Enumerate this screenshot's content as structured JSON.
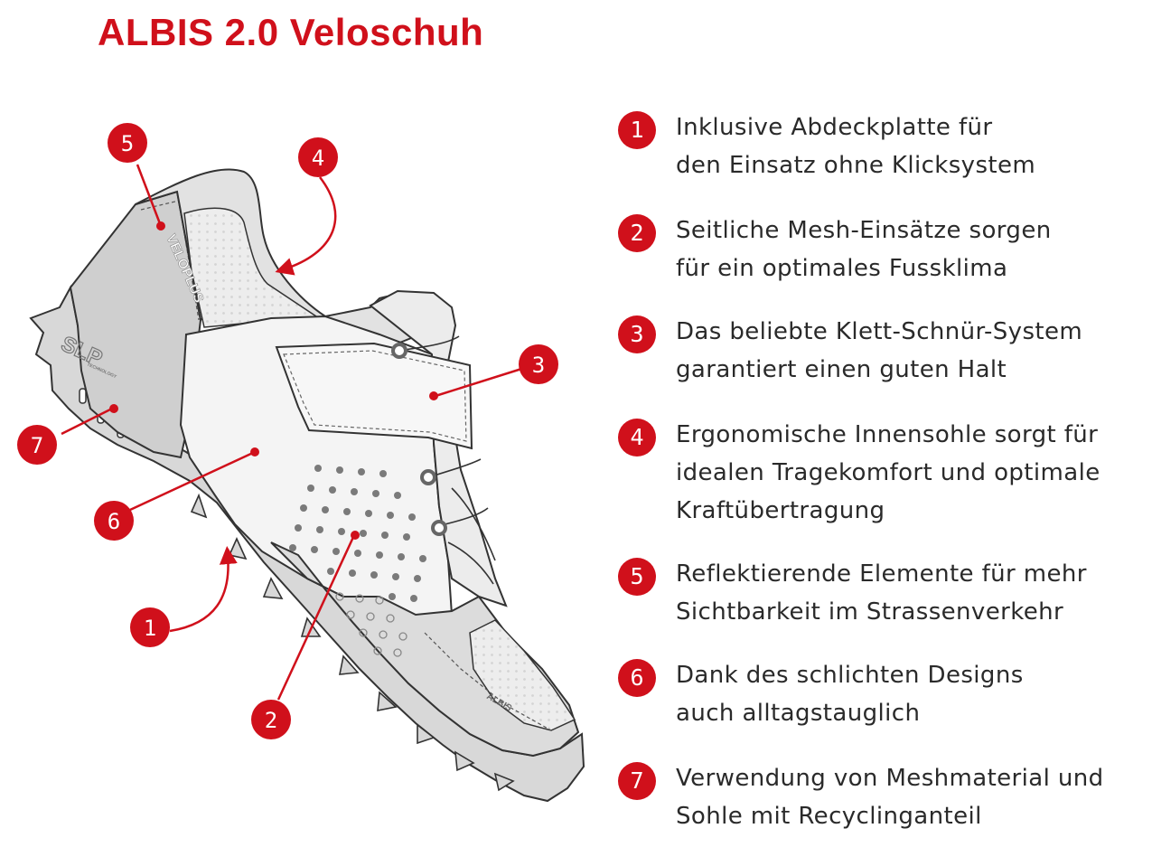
{
  "title": "ALBIS 2.0 Veloschuh",
  "colors": {
    "accent": "#d0101b",
    "shoe_light": "#e6e6e6",
    "shoe_mid": "#cfcfcf",
    "outline": "#333333"
  },
  "shoe": {
    "brand_logo": "VELOPLUS",
    "model_label": "ALBIS",
    "sole_logo": "SLP",
    "sole_logo_sub": "TECHNOLOGY"
  },
  "legend": [
    {
      "number": "1",
      "lines": [
        "Inklusive Abdeckplatte für",
        "den Einsatz ohne Klicksystem"
      ]
    },
    {
      "number": "2",
      "lines": [
        "Seitliche Mesh-Einsätze sorgen",
        "für ein optimales Fussklima"
      ]
    },
    {
      "number": "3",
      "lines": [
        "Das beliebte Klett-Schnür-System",
        "garantiert einen guten Halt"
      ]
    },
    {
      "number": "4",
      "lines": [
        "Ergonomische Innensohle sorgt für",
        "idealen Tragekomfort und optimale",
        "Kraftübertragung"
      ]
    },
    {
      "number": "5",
      "lines": [
        "Reflektierende Elemente für mehr",
        "Sichtbarkeit im Strassenverkehr"
      ]
    },
    {
      "number": "6",
      "lines": [
        "Dank des schlichten Designs",
        "auch alltagstauglich"
      ]
    },
    {
      "number": "7",
      "lines": [
        "Verwendung von Meshmaterial und",
        "Sohle mit Recyclinganteil"
      ]
    }
  ],
  "callouts": [
    "1",
    "2",
    "3",
    "4",
    "5",
    "6",
    "7"
  ]
}
